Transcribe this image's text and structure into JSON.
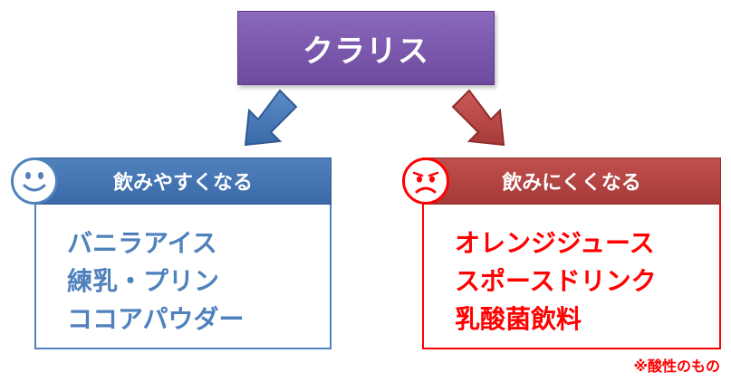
{
  "title": "クラリス",
  "left_panel": {
    "header": "飲みやすくなる",
    "items": [
      "バニラアイス",
      "練乳・プリン",
      "ココアパウダー"
    ],
    "face_icon": "smile-face-icon",
    "color": "#4f81bd"
  },
  "right_panel": {
    "header": "飲みにくくなる",
    "items": [
      "オレンジジュース",
      "スポースドリンク",
      "乳酸菌飲料"
    ],
    "face_icon": "sad-face-icon",
    "color": "#ff0000"
  },
  "note": "※酸性のもの",
  "colors": {
    "title_purple": "#7b59ae",
    "blue": "#4f81bd",
    "red_header": "#c0504d",
    "red_text": "#ff0000"
  }
}
